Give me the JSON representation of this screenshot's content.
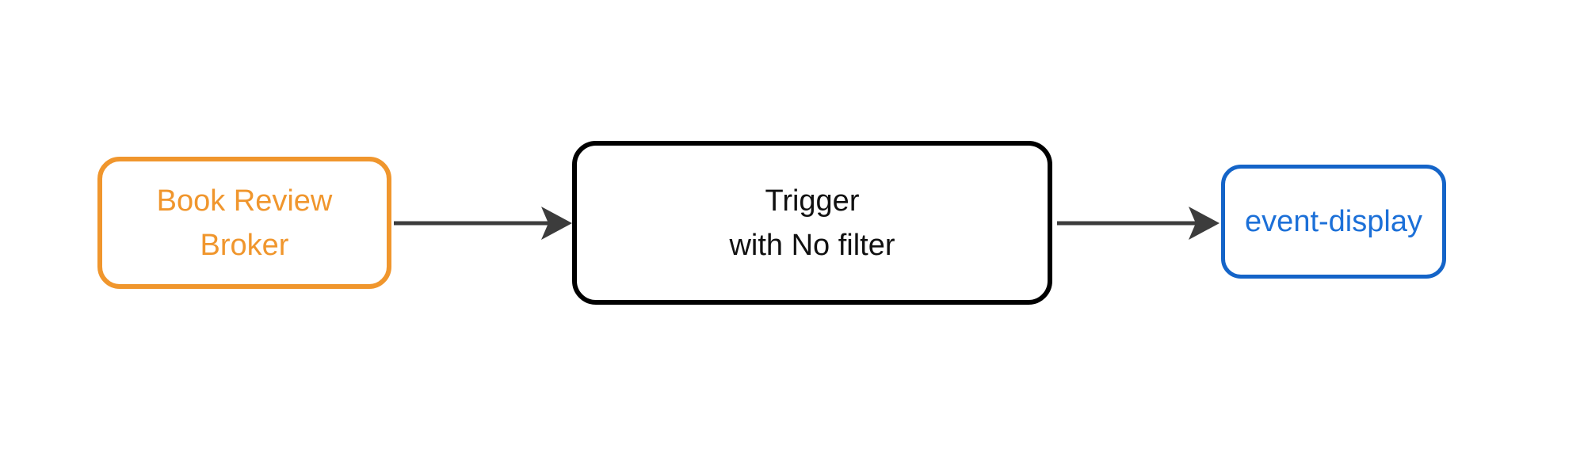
{
  "diagram": {
    "background_color": "#FFFFFF",
    "nodes": [
      {
        "id": "book-review-broker",
        "lines": [
          "Book Review",
          "Broker"
        ],
        "border_color": "#F0962D",
        "text_color": "#F0962D"
      },
      {
        "id": "trigger",
        "lines": [
          "Trigger",
          "with No filter"
        ],
        "border_color": "#000000",
        "text_color": "#111111"
      },
      {
        "id": "event-display",
        "lines": [
          "event-display"
        ],
        "border_color": "#1464C8",
        "text_color": "#1C70D8"
      }
    ],
    "edges": [
      {
        "from": "book-review-broker",
        "to": "trigger",
        "color": "#3C3C3C"
      },
      {
        "from": "trigger",
        "to": "event-display",
        "color": "#3C3C3C"
      }
    ]
  }
}
